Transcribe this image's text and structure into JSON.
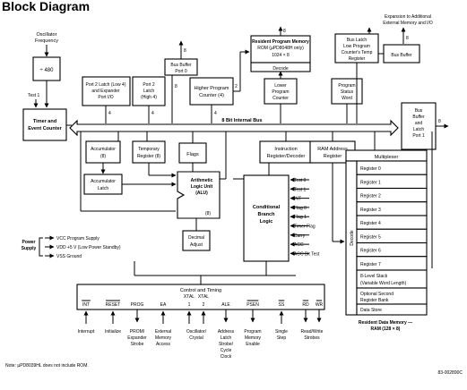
{
  "title": "Block Diagram",
  "osc": {
    "l1": "Oscillator",
    "l2": "Frequency",
    "div": "÷ 480"
  },
  "test1": "Test 1",
  "timer": {
    "l1": "Timer and",
    "l2": "Event Counter"
  },
  "port2low": {
    "l1": "Port 2 Latch (Low 4)",
    "l2": "and Expander",
    "l3": "Port I/O"
  },
  "port2high": {
    "l1": "Port 2",
    "l2": "Latch",
    "l3": "(High 4)"
  },
  "bus_buffer": {
    "l1": "Bus Buffer",
    "l2": "Port 0"
  },
  "hpc": {
    "l1": "Higher Program",
    "l2": "Counter (4)"
  },
  "rom": {
    "l1": "Resident Program Memory",
    "l2": "ROM (µPD8048H only)",
    "l3": "1024 × 8",
    "decode": "Decode"
  },
  "lpc": {
    "l1": "Lower",
    "l2": "Program",
    "l3": "Counter"
  },
  "expansion": {
    "l1": "Expansion to Additional",
    "l2": "External Memory and I/O"
  },
  "buslatch": {
    "l1": "Bus Latch",
    "l2": "Low Program",
    "l3": "Counter's Temp",
    "l4": "Register"
  },
  "busbuffer2": "Bus Buffer",
  "psw": {
    "l1": "Program",
    "l2": "Status",
    "l3": "Word"
  },
  "busbuf1": {
    "l1": "Bus",
    "l2": "Buffer",
    "l3": "and",
    "l4": "Latch",
    "l5": "Port 1"
  },
  "internal_bus": "8 Bit Internal Bus",
  "acc": {
    "l1": "Accumulator",
    "l2": "(8)"
  },
  "temp": {
    "l1": "Temporary",
    "l2": "Register (8)"
  },
  "flags": "Flags",
  "acc_latch": {
    "l1": "Accumulator",
    "l2": "Latch"
  },
  "alu": {
    "l1": "Arithmetic",
    "l2": "Logic Unit",
    "l3": "(ALU)",
    "l4": "(8)"
  },
  "dec_adj": {
    "l1": "Decimal",
    "l2": "Adjust"
  },
  "ird": {
    "l1": "Instruction",
    "l2": "Register/Decoder"
  },
  "cbl": {
    "l1": "Conditional",
    "l2": "Branch",
    "l3": "Logic"
  },
  "cond_inputs": [
    "Test 0",
    "Test 1",
    "INT",
    "Flag 0",
    "Flag 1",
    "Timer Flag",
    "Carry",
    "ACC",
    "ACC Bit Test"
  ],
  "ram_addr": {
    "l1": "RAM Address",
    "l2": "Register"
  },
  "mux": "Multiplexer",
  "decode_v": "Decode",
  "registers": [
    "Register 0",
    "Register 1",
    "Register 2",
    "Register 3",
    "Register 4",
    "Register 5",
    "Register 6",
    "Register 7"
  ],
  "stack": {
    "l1": "8-Level Stack",
    "l2": "(Variable Word Length)"
  },
  "optional_bank": {
    "l1": "Optional Second",
    "l2": "Register Bank"
  },
  "data_store": "Data Store",
  "resident_data": {
    "l1": "Resident Data Memory —",
    "l2": "RAM (128 × 8)"
  },
  "power": {
    "label1": "Power",
    "label2": "Supply",
    "vcc": "VCC Program Supply",
    "vdd": "VDD +5 V (Low Power Standby)",
    "vss": "VSS Ground"
  },
  "control": {
    "title": "Control and Timing",
    "xtal1": "XTAL",
    "xtal2": "XTAL",
    "pins": [
      "INT",
      "RESET",
      "PROG",
      "EA",
      "1",
      "2",
      "ALE",
      "PSEN",
      "SS",
      "RD",
      "WR"
    ],
    "signals": [
      {
        "l1": "Interrupt",
        "l2": "",
        "l3": "",
        "l4": ""
      },
      {
        "l1": "Initialize",
        "l2": "",
        "l3": "",
        "l4": ""
      },
      {
        "l1": "PROM/",
        "l2": "Expander",
        "l3": "Strobe",
        "l4": ""
      },
      {
        "l1": "External",
        "l2": "Memory",
        "l3": "Access",
        "l4": ""
      },
      {
        "l1": "Oscillator/",
        "l2": "Crystal",
        "l3": "",
        "l4": ""
      },
      {
        "l1": "Address",
        "l2": "Latch",
        "l3": "Strobe/",
        "l4": "Cycle"
      },
      {
        "l1": "Program",
        "l2": "Memory",
        "l3": "Enable",
        "l4": ""
      },
      {
        "l1": "Single",
        "l2": "Step",
        "l3": "",
        "l4": ""
      },
      {
        "l1": "Read/Write",
        "l2": "Strobes",
        "l3": "",
        "l4": ""
      }
    ],
    "clock": "Clock"
  },
  "bitwidths": {
    "b8": "8",
    "b4": "4",
    "b2": "2"
  },
  "note": "Note: µPD8039HL does not include ROM.",
  "code": "83-002890C"
}
